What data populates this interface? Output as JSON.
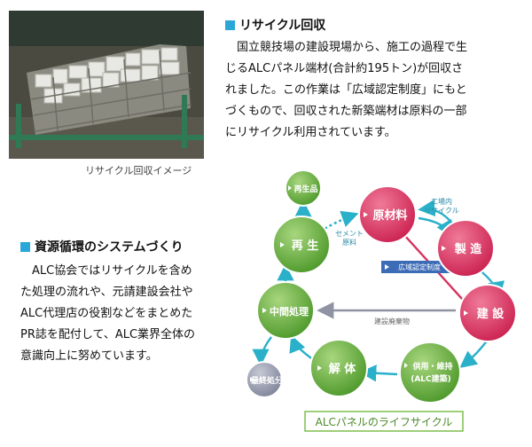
{
  "photo": {
    "caption": "リサイクル回収イメージ"
  },
  "recycle": {
    "title": "リサイクル回収",
    "lines": [
      "　国立競技場の建設現場から、施工の過程で生",
      "じるALCパネル端材(合計約195トン)が回収さ",
      "れました。この作業は「広域認定制度」にもと",
      "づくもので、回収された新築端材は原料の一部",
      "にリサイクル利用されています。"
    ]
  },
  "circulation": {
    "title": "資源循環のシステムづくり",
    "lines": [
      "　ALC協会ではリサイクルを含め",
      "た処理の流れや、元請建設会社や",
      "ALC代理店の役割などをまとめた",
      "PR誌を配付して、ALC業界全体の",
      "意識向上に努めています。"
    ]
  },
  "lifecycle": {
    "title": "ALCパネルのライフサイクル",
    "nodes": {
      "raw": "原材料",
      "manufacture": "製 造",
      "construction": "建 設",
      "use": [
        "供用・維持",
        "(ALC建築)"
      ],
      "dismantle": "解 体",
      "intermediate": "中間処理",
      "regen": "再 生",
      "regen_product": "再生品",
      "final": "最終処分"
    },
    "labels": {
      "factory": [
        "工場内",
        "リサイクル"
      ],
      "cement": [
        "セメント",
        "原料"
      ],
      "wide_area": "広域認定制度",
      "waste": "建設廃棄物"
    },
    "colors": {
      "green": "#5fa63a",
      "pink": "#d8305d",
      "gray": "#8f93a3",
      "arrow": "#2ab0c9",
      "badge": "#3d6cb7"
    }
  }
}
